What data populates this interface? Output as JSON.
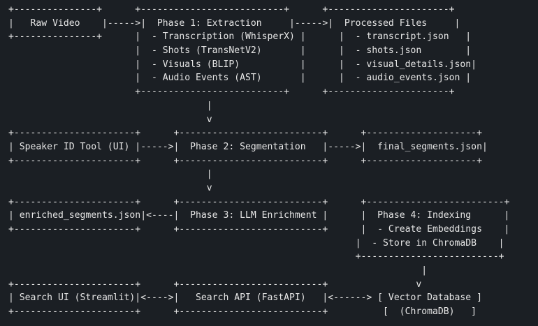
{
  "diagram": {
    "lines": [
      "+---------------+      +--------------------------+      +----------------------+",
      "|   Raw Video    |----->|  Phase 1: Extraction     |----->|  Processed Files     |",
      "+---------------+      |  - Transcription (WhisperX) |      |  - transcript.json   |",
      "                       |  - Shots (TransNetV2)       |      |  - shots.json        |",
      "                       |  - Visuals (BLIP)           |      |  - visual_details.json|",
      "                       |  - Audio Events (AST)       |      |  - audio_events.json |",
      "                       +--------------------------+      +----------------------+",
      "                                    |",
      "                                    v",
      "+----------------------+      +--------------------------+      +--------------------+",
      "| Speaker ID Tool (UI) |----->|  Phase 2: Segmentation   |----->|  final_segments.json|",
      "+----------------------+      +--------------------------+      +--------------------+",
      "                                    |",
      "                                    v",
      "+----------------------+      +--------------------------+      +-------------------------+",
      "| enriched_segments.json|<----|  Phase 3: LLM Enrichment |      |  Phase 4: Indexing      |",
      "+----------------------+      +--------------------------+      |  - Create Embeddings    |",
      "                                                               |  - Store in ChromaDB    |",
      "                                                               +-------------------------+",
      "                                                                           |",
      "+----------------------+      +--------------------------+                v",
      "| Search UI (Streamlit)|<---->|   Search API (FastAPI)   |<------> [ Vector Database ]",
      "+----------------------+      +--------------------------+          [  (ChromaDB)   ]"
    ]
  }
}
